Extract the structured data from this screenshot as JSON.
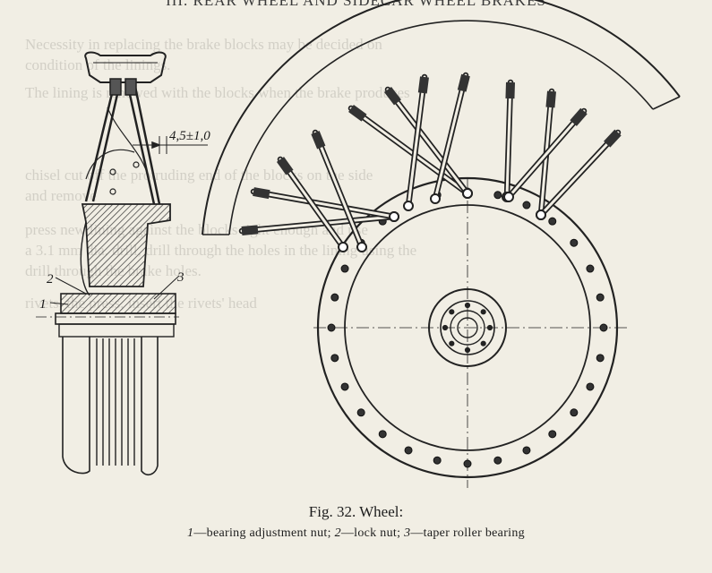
{
  "running_head": "III. REAR WHEEL AND SIDECAR WHEEL BRAKES",
  "bleed_through": [
    "Necessity in replacing the brake blocks may be decided on",
    "condition of the linings.",
    "The lining is renewed with the blocks when the brake produces",
    "",
    "",
    "chisel cut off the protruding end of the blocks on the side",
    "and remove",
    "press new lining against the blocks tight enough and use",
    "a 3.1 mm dia. drill, drill through the holes in the lining using the",
    "drill through the brake holes.",
    "rivets, the press, insert the rivets' head"
  ],
  "figure": {
    "dimension_label": "4,5±1,0",
    "callouts": [
      "1",
      "2",
      "3"
    ]
  },
  "caption": "Fig. 32. Wheel:",
  "legend": [
    {
      "num": "1",
      "text": "—bearing adjustment nut; "
    },
    {
      "num": "2",
      "text": "—lock nut; "
    },
    {
      "num": "3",
      "text": "—taper roller bearing"
    }
  ]
}
